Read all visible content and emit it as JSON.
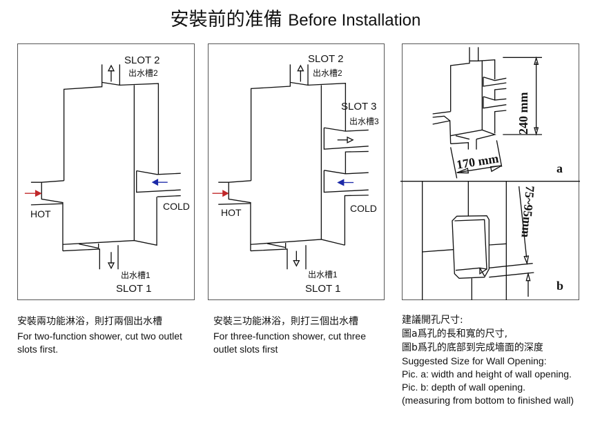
{
  "title": {
    "zh": "安裝前的准備",
    "en": "Before Installation"
  },
  "panel1": {
    "slot2": "SLOT 2",
    "slot2_zh": "出水槽2",
    "slot1": "SLOT 1",
    "slot1_zh": "出水槽1",
    "hot": "HOT",
    "cold": "COLD"
  },
  "panel2": {
    "slot2": "SLOT 2",
    "slot2_zh": "出水槽2",
    "slot3": "SLOT 3",
    "slot3_zh": "出水槽3",
    "slot1": "SLOT 1",
    "slot1_zh": "出水槽1",
    "hot": "HOT",
    "cold": "COLD"
  },
  "panel3": {
    "height": "240 mm",
    "width": "170 mm",
    "depth": "75~95mm",
    "label_a": "a",
    "label_b": "b"
  },
  "captions": {
    "c1_zh": "安裝兩功能淋浴，則打兩個出水槽",
    "c1_en": "For two-function shower, cut two outlet slots first.",
    "c2_zh": "安裝三功能淋浴，則打三個出水槽",
    "c2_en": "For three-function shower, cut three outlet slots first",
    "c3_zh1": "建議開孔尺寸:",
    "c3_zh2": "圖a爲孔的長和寬的尺寸,",
    "c3_zh3": "圖b爲孔的底部到完成墻面的深度",
    "c3_en1": "Suggested Size for Wall Opening:",
    "c3_en2": "Pic. a: width and height of wall opening.",
    "c3_en3": "Pic. b: depth of wall opening.",
    "c3_en4": "(measuring from bottom to finished wall)"
  },
  "colors": {
    "hot": "#c0282a",
    "cold": "#1c2aa8"
  }
}
